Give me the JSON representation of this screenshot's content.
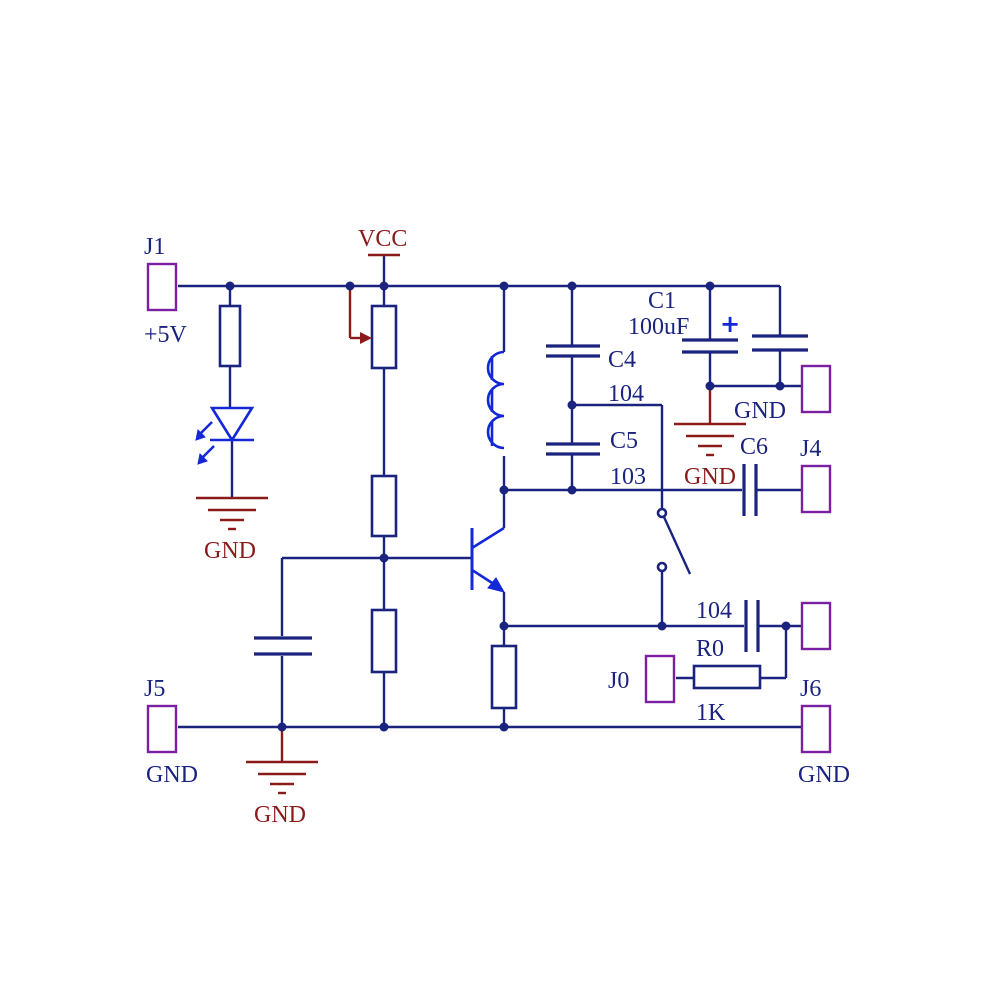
{
  "connectors": {
    "j1": {
      "ref": "J1",
      "net": "+5V"
    },
    "j5": {
      "ref": "J5",
      "net": "GND"
    },
    "j0": {
      "ref": "J0"
    },
    "j4": {
      "ref": "J4"
    },
    "j6": {
      "ref": "J6",
      "net": "GND"
    },
    "jgnd": {
      "net": "GND"
    }
  },
  "power": {
    "vcc": "VCC"
  },
  "grounds": {
    "led": "GND",
    "c1": "GND",
    "base": "GND"
  },
  "components": {
    "c1": {
      "ref": "C1",
      "value": "100uF",
      "polarity": "+"
    },
    "c4": {
      "ref": "C4",
      "value": "104"
    },
    "c5": {
      "ref": "C5",
      "value": "103"
    },
    "c6": {
      "ref": "C6"
    },
    "c_out": {
      "value": "104"
    },
    "r0": {
      "ref": "R0",
      "value": "1K"
    }
  },
  "colors": {
    "wire": "#1a237e",
    "highlight": "#1428d8",
    "ground": "#8b1a1a",
    "connector": "#7b1fa2"
  }
}
